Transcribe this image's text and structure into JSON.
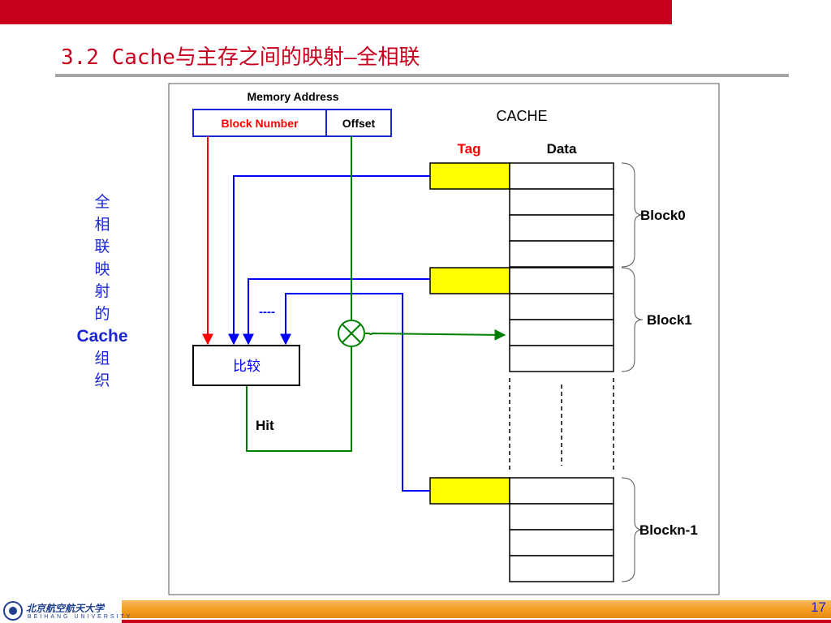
{
  "slide": {
    "title": "3.2 Cache与主存之间的映射—全相联",
    "side_caption": [
      "全",
      "相",
      "联",
      "映",
      "射",
      "的",
      "Cache",
      "组",
      "织"
    ],
    "page_number": "17"
  },
  "logo": {
    "text_cn": "北京航空航天大学",
    "text_en": "BEIHANG UNIVERSITY"
  },
  "diagram": {
    "memory_address_label": "Memory Address",
    "address_fields": {
      "block_number": "Block Number",
      "offset": "Offset"
    },
    "cache_label": "CACHE",
    "column_headers": {
      "tag": "Tag",
      "data": "Data"
    },
    "comparator_label": "比较",
    "hit_label": "Hit",
    "ellipsis_label": "----",
    "blocks": [
      "Block0",
      "Block1",
      "Blockn-1"
    ]
  },
  "colors": {
    "title_red": "#c8001e",
    "caption_blue": "#1a25d6",
    "tag_fill": "#ffff00",
    "red_line": "#ff0000",
    "blue_line": "#0000ff",
    "green_line": "#008000"
  }
}
